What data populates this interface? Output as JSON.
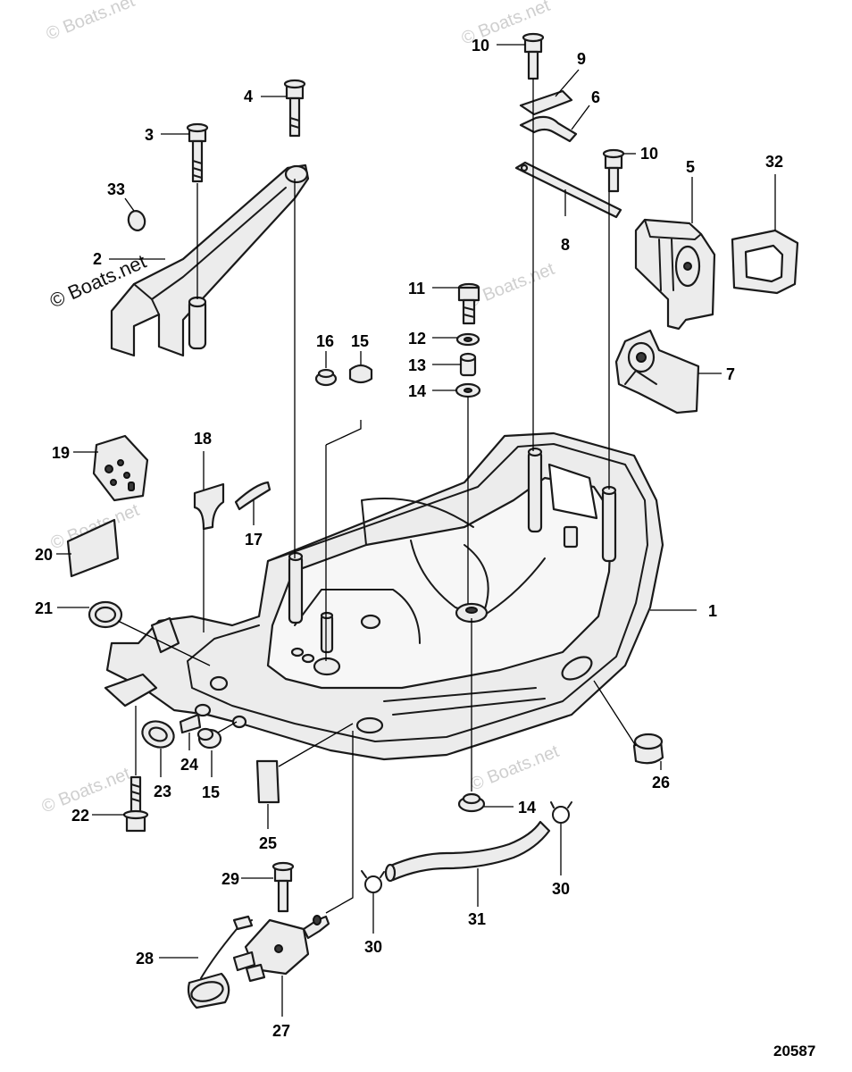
{
  "watermark": {
    "text": "© Boats.net",
    "main_text": "© Boats.net"
  },
  "diagram_number": "20587",
  "callouts": {
    "c1": "1",
    "c2": "2",
    "c3": "3",
    "c4": "4",
    "c5": "5",
    "c6": "6",
    "c7": "7",
    "c8": "8",
    "c9": "9",
    "c10a": "10",
    "c10b": "10",
    "c11": "11",
    "c12": "12",
    "c13": "13",
    "c14a": "14",
    "c14b": "14",
    "c15a": "15",
    "c15b": "15",
    "c16": "16",
    "c17": "17",
    "c18": "18",
    "c19": "19",
    "c20": "20",
    "c21": "21",
    "c22": "22",
    "c23": "23",
    "c24": "24",
    "c25": "25",
    "c26": "26",
    "c27": "27",
    "c28": "28",
    "c29": "29",
    "c30a": "30",
    "c30b": "30",
    "c31": "31",
    "c32": "32",
    "c33": "33"
  }
}
